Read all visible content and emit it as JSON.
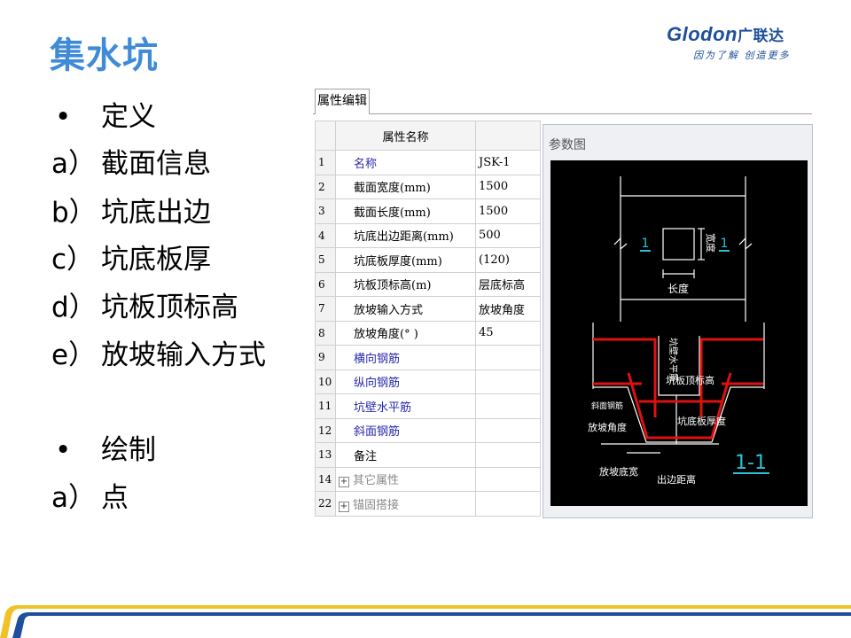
{
  "title": "集水坑",
  "logo": {
    "brand": "Glodon",
    "brand_cn": "广联达",
    "slogan": "因为了解 创造更多"
  },
  "outline": [
    {
      "marker": "•",
      "text": "定义"
    },
    {
      "marker": "a）",
      "text": "截面信息"
    },
    {
      "marker": "b）",
      "text": "坑底出边"
    },
    {
      "marker": "c）",
      "text": "坑底板厚"
    },
    {
      "marker": "d）",
      "text": "坑板顶标高"
    },
    {
      "marker": "e）",
      "text": "放坡输入方式"
    },
    {
      "marker": "•",
      "text": "绘制"
    },
    {
      "marker": "a）",
      "text": "点"
    }
  ],
  "panel": {
    "tab": "属性编辑",
    "header": "属性名称",
    "rows": [
      {
        "n": "1",
        "name": "名称",
        "value": "JSK-1",
        "style": "blue"
      },
      {
        "n": "2",
        "name": "截面宽度(mm)",
        "value": "1500"
      },
      {
        "n": "3",
        "name": "截面长度(mm)",
        "value": "1500"
      },
      {
        "n": "4",
        "name": "坑底出边距离(mm)",
        "value": "500"
      },
      {
        "n": "5",
        "name": "坑底板厚度(mm)",
        "value": "(120)"
      },
      {
        "n": "6",
        "name": "坑板顶标高(m)",
        "value": "层底标高"
      },
      {
        "n": "7",
        "name": "放坡输入方式",
        "value": "放坡角度"
      },
      {
        "n": "8",
        "name": "放坡角度(° )",
        "value": "45"
      },
      {
        "n": "9",
        "name": "横向钢筋",
        "value": "",
        "style": "blue"
      },
      {
        "n": "10",
        "name": "纵向钢筋",
        "value": "",
        "style": "blue"
      },
      {
        "n": "11",
        "name": "坑壁水平筋",
        "value": "",
        "style": "blue"
      },
      {
        "n": "12",
        "name": "斜面钢筋",
        "value": "",
        "style": "blue"
      },
      {
        "n": "13",
        "name": "备注",
        "value": ""
      },
      {
        "n": "14",
        "name": "其它属性",
        "value": "",
        "style": "gray",
        "expand": "+"
      },
      {
        "n": "22",
        "name": "锚固搭接",
        "value": "",
        "style": "gray",
        "expand": "+"
      }
    ],
    "diagram": {
      "title": "参数图",
      "labels": {
        "length": "长度",
        "width": "宽度",
        "sec_left": "1",
        "sec_right": "1",
        "wall_rebar": "坑壁水平筋",
        "top_elev": "坑板顶标高",
        "slope_rebar": "斜面钢筋",
        "thickness": "坑底板厚度",
        "slope_angle": "放坡角度",
        "slope_width": "放坡底宽",
        "edge_dist": "出边距离",
        "section": "1-1"
      },
      "colors": {
        "bg": "#000000",
        "line": "#ffffff",
        "rebar": "#e01010",
        "accent": "#27c4d8"
      }
    }
  },
  "footer_colors": {
    "yellow": "#f0c22a",
    "blue": "#1f4f9c"
  }
}
